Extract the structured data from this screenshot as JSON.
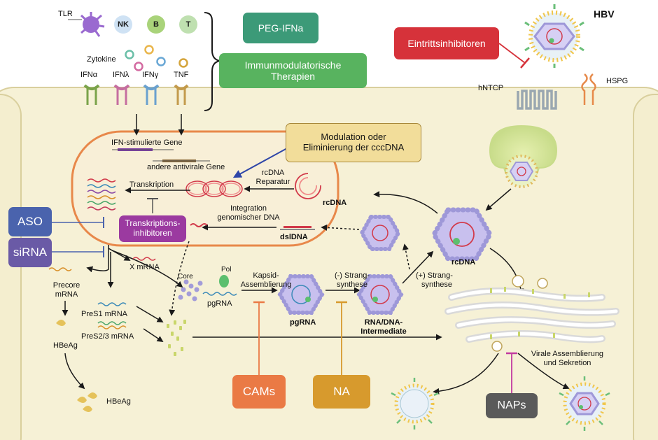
{
  "immune": {
    "tlr": "TLR",
    "nk": "NK",
    "b": "B",
    "t": "T",
    "zytokine": "Zytokine",
    "ifna": "IFNα",
    "ifnl": "IFNλ",
    "ifng": "IFNγ",
    "tnf": "TNF"
  },
  "therapies": {
    "peg_ifna": "PEG-IFNa",
    "immunomod_line1": "Immunmodulatorische",
    "immunomod_line2": "Therapien",
    "entry_inhibitors": "Eintrittsinhibitoren",
    "cccdna_line1": "Modulation oder",
    "cccdna_line2": "Eliminierung der cccDNA",
    "aso": "ASO",
    "sirna": "siRNA",
    "transcription_line1": "Transkriptions-",
    "transcription_line2": "inhibitoren",
    "cams": "CAMs",
    "na": "NA",
    "naps": "NAPs"
  },
  "virus": {
    "hbv": "HBV",
    "hntcp": "hNTCP",
    "hspg": "HSPG"
  },
  "nucleus": {
    "ifn_genes": "IFN-stimulierte Gene",
    "antiviral_genes": "andere antivirale Gene",
    "transkription": "Transkription",
    "rcdna_repair_line1": "rcDNA",
    "rcdna_repair_line2": "Reparatur",
    "rcdna": "rcDNA",
    "integration_line1": "Integration",
    "integration_line2": "genomischer DNA",
    "dsldna": "dslDNA"
  },
  "cytoplasm": {
    "x_mrna": "X mRNA",
    "precore_line1": "Precore",
    "precore_line2": "mRNA",
    "hbeag": "HBeAg",
    "hbeag_secreted": "HBeAg",
    "pres1": "PreS1 mRNA",
    "pres2": "PreS2/3 mRNA",
    "core": "Core",
    "pol": "Pol",
    "pgrna_strand": "pgRNA",
    "assembly_line1": "Kapsid-",
    "assembly_line2": "Assemblierung",
    "pgrna_capsid": "pgRNA",
    "minus_line1": "(-) Strang-",
    "minus_line2": "synthese",
    "intermediate_line1": "RNA/DNA-",
    "intermediate_line2": "Intermediate",
    "plus_line1": "(+) Strang-",
    "plus_line2": "synthese",
    "rcdna_capsid": "rcDNA",
    "secretion_line1": "Virale Assemblierung",
    "secretion_line2": "und Sekretion"
  },
  "colors": {
    "cell_fill": "#f6f1d6",
    "nucleus_border": "#e8884a",
    "peg_ifna": "#3c9a78",
    "immunomod": "#58b35f",
    "entry": "#d6323a",
    "cccdna_box": "#f2dd9a",
    "aso": "#4a63ad",
    "sirna": "#6a5aa6",
    "transcription_inhib": "#9b3aa0",
    "cams": "#ea7a45",
    "na": "#d79a2d",
    "naps": "#5a5a5a",
    "capsid": "#9e98d8"
  }
}
